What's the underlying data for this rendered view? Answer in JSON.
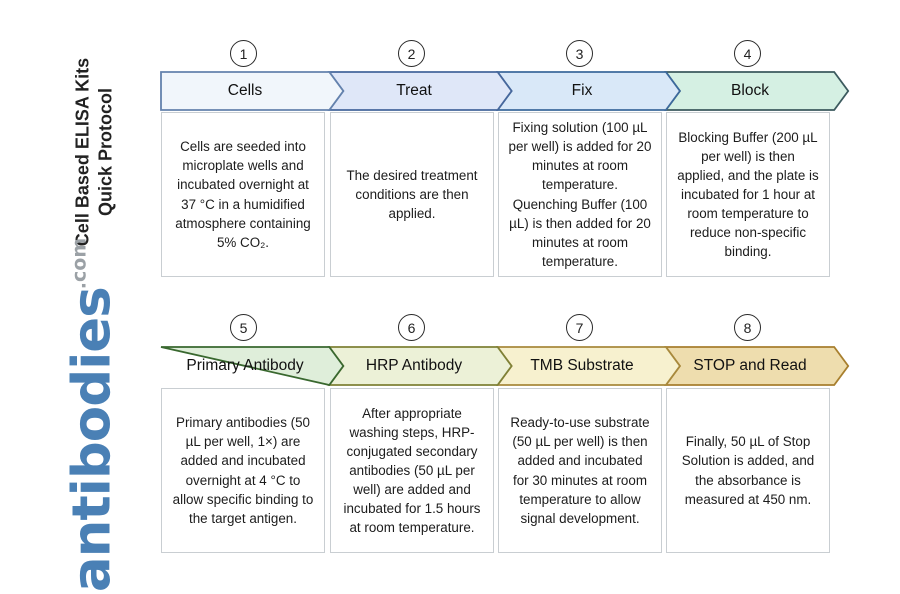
{
  "branding": {
    "title_line1": "Cell Based ELISA Kits",
    "title_line2": "Quick Protocol",
    "logo": "antibodies",
    "logo_suffix": ".com",
    "logo_color": "#4a80b5",
    "logo_suffix_color": "#9ba1a6"
  },
  "steps": [
    {
      "number": "1",
      "label": "Cells",
      "description": "Cells are seeded into microplate wells and incubated overnight at 37 °C in a humidified atmosphere containing 5% CO₂.",
      "fill": "#f1f6fb",
      "stroke": "#6482ad"
    },
    {
      "number": "2",
      "label": "Treat",
      "description": "The desired treatment conditions are then applied.",
      "fill": "#dfe7f8",
      "stroke": "#46679c"
    },
    {
      "number": "3",
      "label": "Fix",
      "description": "Fixing solution (100 µL per well) is added for 20 minutes at room temperature. Quenching Buffer (100 µL) is then added for 20 minutes at room temperature.",
      "fill": "#d9e8f8",
      "stroke": "#3c699c"
    },
    {
      "number": "4",
      "label": "Block",
      "description": "Blocking Buffer (200 µL per well) is then applied, and the plate is incubated for 1 hour at room temperature to reduce non-specific binding.",
      "fill": "#d5f0e3",
      "stroke": "#3c5a5e"
    },
    {
      "number": "5",
      "label": "Primary Antibody",
      "description": "Primary antibodies (50 µL per well, 1×) are added and incubated overnight at 4 °C to allow specific binding to the target antigen.",
      "fill": "#dfeeda",
      "stroke": "#39682f"
    },
    {
      "number": "6",
      "label": "HRP Antibody",
      "description": "After appropriate washing steps, HRP-conjugated secondary antibodies (50 µL per well) are added and incubated for 1.5 hours at room temperature.",
      "fill": "#ecf1d7",
      "stroke": "#7f8136"
    },
    {
      "number": "7",
      "label": "TMB Substrate",
      "description": "Ready-to-use substrate (50 µL per well) is then added and incubated for 30 minutes at room temperature to allow signal development.",
      "fill": "#f7f1cf",
      "stroke": "#a8893c"
    },
    {
      "number": "8",
      "label": "STOP and Read",
      "description": "Finally, 50 µL of Stop Solution is added, and the absorbance is measured at 450 nm.",
      "fill": "#eeddae",
      "stroke": "#a87f2e"
    }
  ]
}
